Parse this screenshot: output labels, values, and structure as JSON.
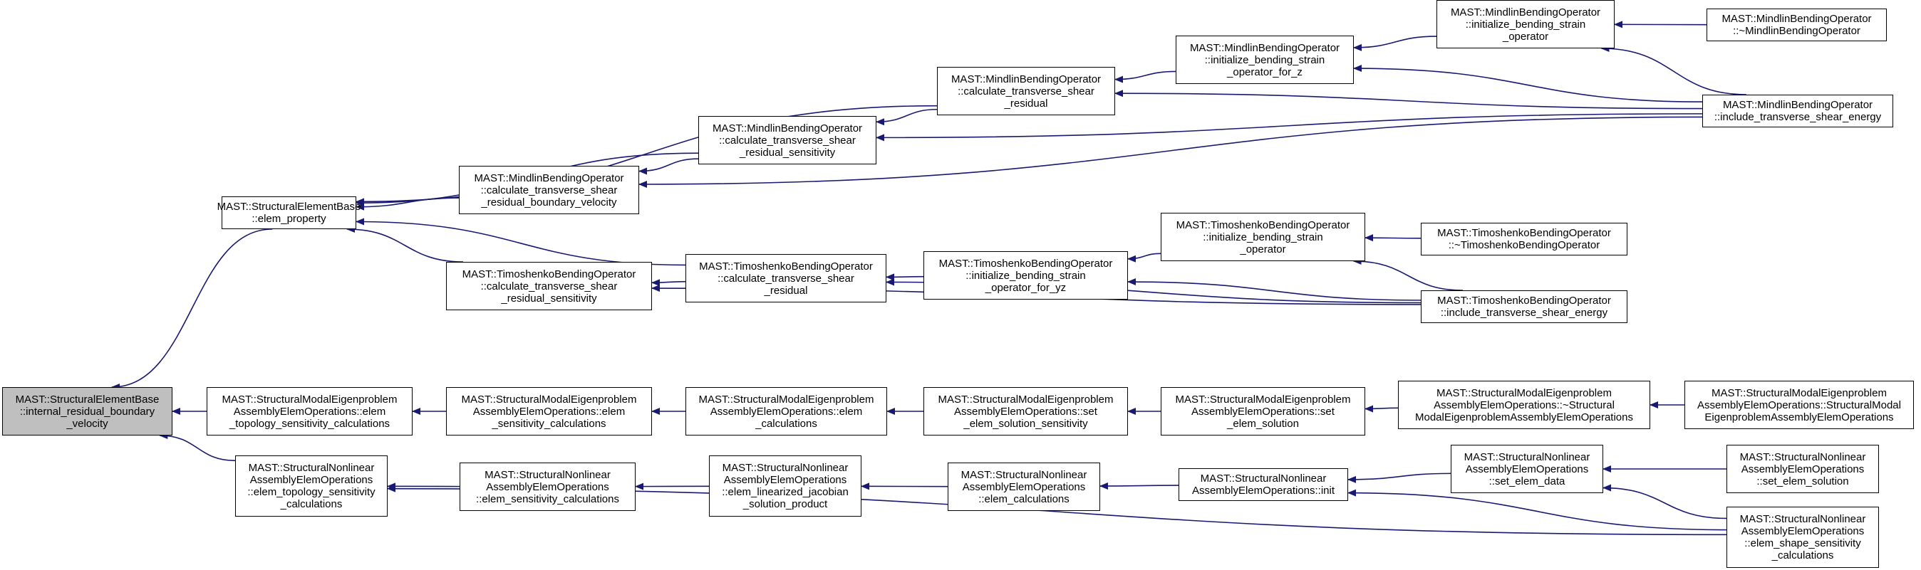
{
  "colors": {
    "edge": "#191970",
    "root_fill": "#bfbfbf",
    "node_fill": "#ffffff",
    "border": "#000000"
  },
  "nodes": {
    "n0": {
      "lines": [
        "MAST::StructuralElementBase",
        "::internal_residual_boundary",
        "_velocity"
      ],
      "root": true
    },
    "n1": {
      "lines": [
        "MAST::StructuralElementBase",
        "::elem_property"
      ]
    },
    "n2": {
      "lines": [
        "MAST::StructuralModalEigenproblem",
        "AssemblyElemOperations::elem",
        "_topology_sensitivity_calculations"
      ]
    },
    "n3": {
      "lines": [
        "MAST::StructuralNonlinear",
        "AssemblyElemOperations",
        "::elem_topology_sensitivity",
        "_calculations"
      ]
    },
    "n4": {
      "lines": [
        "MAST::MindlinBendingOperator",
        "::calculate_transverse_shear",
        "_residual"
      ]
    },
    "n5": {
      "lines": [
        "MAST::MindlinBendingOperator",
        "::calculate_transverse_shear",
        "_residual_sensitivity"
      ]
    },
    "n6": {
      "lines": [
        "MAST::MindlinBendingOperator",
        "::calculate_transverse_shear",
        "_residual_boundary_velocity"
      ]
    },
    "n7": {
      "lines": [
        "MAST::TimoshenkoBendingOperator",
        "::calculate_transverse_shear",
        "_residual_sensitivity"
      ]
    },
    "n8": {
      "lines": [
        "MAST::TimoshenkoBendingOperator",
        "::calculate_transverse_shear",
        "_residual"
      ]
    },
    "n9": {
      "lines": [
        "MAST::MindlinBendingOperator",
        "::initialize_bending_strain",
        "_operator_for_z"
      ]
    },
    "n10": {
      "lines": [
        "MAST::MindlinBendingOperator",
        "::initialize_bending_strain",
        "_operator"
      ]
    },
    "n11": {
      "lines": [
        "MAST::MindlinBendingOperator",
        "::~MindlinBendingOperator"
      ]
    },
    "n12": {
      "lines": [
        "MAST::MindlinBendingOperator",
        "::include_transverse_shear_energy"
      ]
    },
    "n13": {
      "lines": [
        "MAST::TimoshenkoBendingOperator",
        "::initialize_bending_strain",
        "_operator_for_yz"
      ]
    },
    "n14": {
      "lines": [
        "MAST::TimoshenkoBendingOperator",
        "::initialize_bending_strain",
        "_operator"
      ]
    },
    "n15": {
      "lines": [
        "MAST::TimoshenkoBendingOperator",
        "::~TimoshenkoBendingOperator"
      ]
    },
    "n16": {
      "lines": [
        "MAST::TimoshenkoBendingOperator",
        "::include_transverse_shear_energy"
      ]
    },
    "n17": {
      "lines": [
        "MAST::StructuralModalEigenproblem",
        "AssemblyElemOperations::elem",
        "_sensitivity_calculations"
      ]
    },
    "n18": {
      "lines": [
        "MAST::StructuralModalEigenproblem",
        "AssemblyElemOperations::elem",
        "_calculations"
      ]
    },
    "n19": {
      "lines": [
        "MAST::StructuralModalEigenproblem",
        "AssemblyElemOperations::set",
        "_elem_solution_sensitivity"
      ]
    },
    "n20": {
      "lines": [
        "MAST::StructuralModalEigenproblem",
        "AssemblyElemOperations::set",
        "_elem_solution"
      ]
    },
    "n21": {
      "lines": [
        "MAST::StructuralModalEigenproblem",
        "AssemblyElemOperations::~Structural",
        "ModalEigenproblemAssemblyElemOperations"
      ]
    },
    "n22": {
      "lines": [
        "MAST::StructuralModalEigenproblem",
        "AssemblyElemOperations::StructuralModal",
        "EigenproblemAssemblyElemOperations"
      ]
    },
    "n23": {
      "lines": [
        "MAST::StructuralNonlinear",
        "AssemblyElemOperations",
        "::elem_sensitivity_calculations"
      ]
    },
    "n24": {
      "lines": [
        "MAST::StructuralNonlinear",
        "AssemblyElemOperations",
        "::elem_linearized_jacobian",
        "_solution_product"
      ]
    },
    "n25": {
      "lines": [
        "MAST::StructuralNonlinear",
        "AssemblyElemOperations",
        "::elem_calculations"
      ]
    },
    "n26": {
      "lines": [
        "MAST::StructuralNonlinear",
        "AssemblyElemOperations::init"
      ]
    },
    "n27": {
      "lines": [
        "MAST::StructuralNonlinear",
        "AssemblyElemOperations",
        "::set_elem_data"
      ]
    },
    "n28": {
      "lines": [
        "MAST::StructuralNonlinear",
        "AssemblyElemOperations",
        "::set_elem_solution"
      ]
    },
    "n29": {
      "lines": [
        "MAST::StructuralNonlinear",
        "AssemblyElemOperations",
        "::elem_shape_sensitivity",
        "_calculations"
      ]
    }
  },
  "edges": [
    [
      "n1",
      "n0"
    ],
    [
      "n2",
      "n0"
    ],
    [
      "n3",
      "n0"
    ],
    [
      "n4",
      "n1"
    ],
    [
      "n5",
      "n1"
    ],
    [
      "n6",
      "n1"
    ],
    [
      "n7",
      "n1"
    ],
    [
      "n8",
      "n1"
    ],
    [
      "n9",
      "n4"
    ],
    [
      "n12",
      "n4"
    ],
    [
      "n10",
      "n9"
    ],
    [
      "n12",
      "n9"
    ],
    [
      "n11",
      "n10"
    ],
    [
      "n12",
      "n10"
    ],
    [
      "n4",
      "n5"
    ],
    [
      "n12",
      "n5"
    ],
    [
      "n5",
      "n6"
    ],
    [
      "n12",
      "n6"
    ],
    [
      "n8",
      "n7"
    ],
    [
      "n16",
      "n7"
    ],
    [
      "n13",
      "n8"
    ],
    [
      "n16",
      "n8"
    ],
    [
      "n14",
      "n13"
    ],
    [
      "n16",
      "n13"
    ],
    [
      "n15",
      "n14"
    ],
    [
      "n16",
      "n14"
    ],
    [
      "n17",
      "n2"
    ],
    [
      "n18",
      "n17"
    ],
    [
      "n19",
      "n18"
    ],
    [
      "n20",
      "n19"
    ],
    [
      "n21",
      "n20"
    ],
    [
      "n22",
      "n21"
    ],
    [
      "n23",
      "n3"
    ],
    [
      "n29",
      "n3"
    ],
    [
      "n24",
      "n23"
    ],
    [
      "n25",
      "n24"
    ],
    [
      "n26",
      "n25"
    ],
    [
      "n27",
      "n26"
    ],
    [
      "n29",
      "n26"
    ],
    [
      "n28",
      "n27"
    ],
    [
      "n29",
      "n27"
    ]
  ]
}
